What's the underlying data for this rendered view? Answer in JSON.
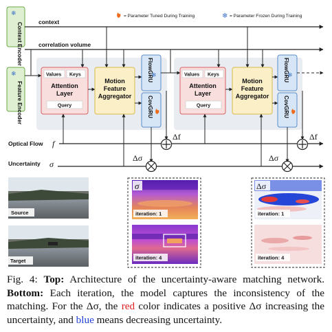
{
  "legend": {
    "tuned": "= Parameter Tuned During Training",
    "frozen": "= Parameter Frozen During Training"
  },
  "encoders": {
    "context": "Context Encoder",
    "feature": "Feature Encoder"
  },
  "lines": {
    "context": "context",
    "correlation": "correlation volume",
    "optical_flow": "Optical Flow",
    "optical_flow_sym": "f",
    "uncertainty": "Uncertainty",
    "uncertainty_sym": "σ",
    "delta_f": "Δf",
    "delta_sigma": "Δσ"
  },
  "block": {
    "values": "Values",
    "keys": "Keys",
    "attention": [
      "Attention",
      "Layer"
    ],
    "query": "Query",
    "motion": [
      "Motion",
      "Feature",
      "Aggregator"
    ],
    "flowgru": "FlowGRU",
    "covgru": "CovGRU"
  },
  "images": {
    "source": "Source",
    "target": "Target"
  },
  "panels": {
    "sigma": {
      "symbol": "σ",
      "iter1": "iteration: 1",
      "iter4": "iteration: 4"
    },
    "delta": {
      "symbol": "Δσ",
      "iter1": "iteration: 1",
      "iter4": "iteration: 4"
    }
  },
  "caption": {
    "fig": "Fig. 4:",
    "top_label": "Top:",
    "top_text": "Architecture of the uncertainty-aware matching network.",
    "bottom_label": "Bottom:",
    "bottom_text": "Each iteration, the model captures the inconsistency of the matching. For the Δσ, the",
    "red_word": "red",
    "mid_text": "color indicates a positive Δσ increasing the uncertainty, and",
    "blue_word": "blue",
    "end_text": "means decreasing uncertainty."
  },
  "colors": {
    "green_fill": "#dff0d2",
    "green_stroke": "#6aaa45",
    "red_fill": "#f9dede",
    "red_stroke": "#d96060",
    "yellow_fill": "#fbefc8",
    "yellow_stroke": "#d9b84a",
    "blue_fill": "#d6e6f7",
    "blue_stroke": "#5b8cc8",
    "gray_panel": "#e9edf1"
  }
}
